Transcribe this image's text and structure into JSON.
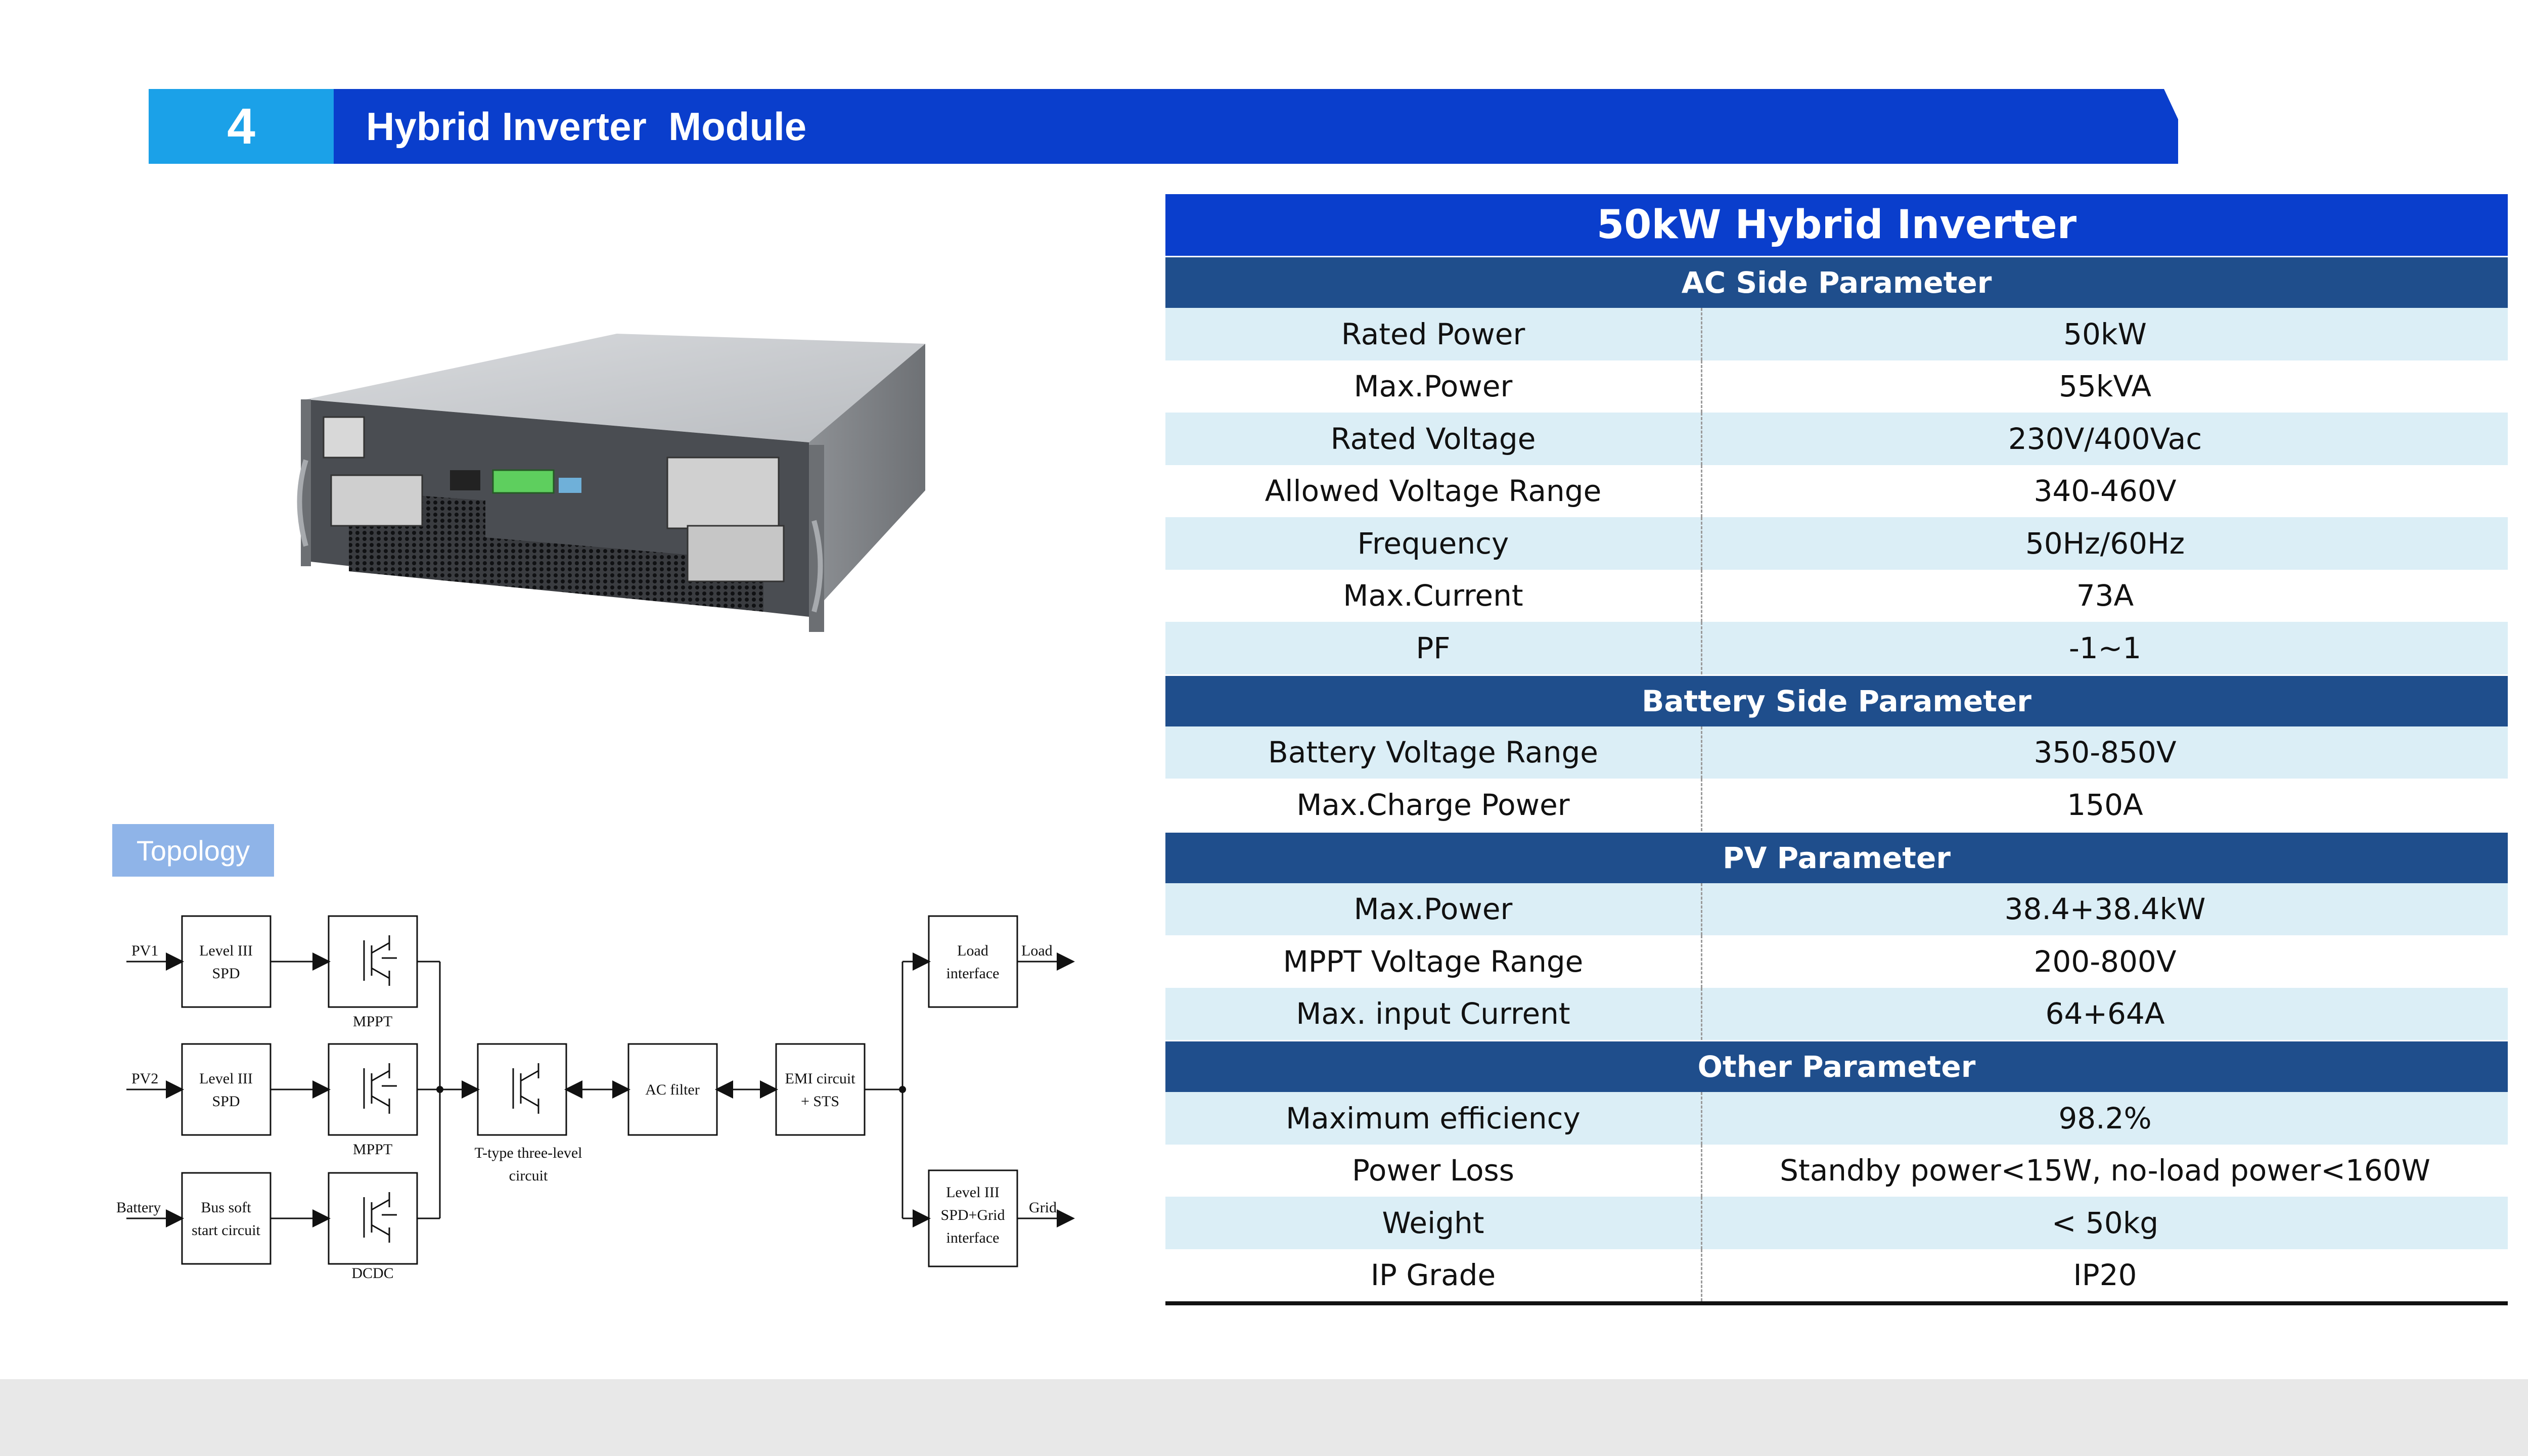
{
  "header": {
    "number": "4",
    "title": "Hybrid Inverter  Module"
  },
  "colors": {
    "header_blue": "#0a3ecc",
    "number_cyan": "#1ba1e8",
    "section_navy": "#1f4e8c",
    "row_alt": "#dbeef6",
    "topology_tag": "#8fb4e8"
  },
  "topology": {
    "tag": "Topology",
    "labels": {
      "pv1": "PV1",
      "pv2": "PV2",
      "battery": "Battery",
      "spd1_a": "Level III",
      "spd1_b": "SPD",
      "spd2_a": "Level III",
      "spd2_b": "SPD",
      "bus_a": "Bus soft",
      "bus_b": "start circuit",
      "mppt1": "MPPT",
      "mppt2": "MPPT",
      "dcdc": "DCDC",
      "ttype_a": "T-type three-level",
      "ttype_b": "circuit",
      "acfilter": "AC filter",
      "emi_a": "EMI circuit",
      "emi_b": "+ STS",
      "load_a": "Load",
      "load_b": "interface",
      "load_out": "Load",
      "grid_a": "Level III",
      "grid_b": "SPD+Grid",
      "grid_c": "interface",
      "grid_out": "Grid"
    }
  },
  "spec": {
    "title": "50kW Hybrid Inverter",
    "sections": [
      {
        "name": "AC Side Parameter",
        "rows": [
          {
            "label": "Rated Power",
            "value": "50kW"
          },
          {
            "label": "Max.Power",
            "value": "55kVA"
          },
          {
            "label": "Rated Voltage",
            "value": "230V/400Vac"
          },
          {
            "label": "Allowed Voltage Range",
            "value": "340-460V"
          },
          {
            "label": "Frequency",
            "value": "50Hz/60Hz"
          },
          {
            "label": "Max.Current",
            "value": "73A"
          },
          {
            "label": "PF",
            "value": "-1~1"
          }
        ]
      },
      {
        "name": "Battery Side Parameter",
        "rows": [
          {
            "label": "Battery Voltage Range",
            "value": "350-850V"
          },
          {
            "label": "Max.Charge Power",
            "value": "150A"
          }
        ]
      },
      {
        "name": "PV Parameter",
        "rows": [
          {
            "label": "Max.Power",
            "value": "38.4+38.4kW"
          },
          {
            "label": "MPPT Voltage Range",
            "value": "200-800V"
          },
          {
            "label": "Max. input Current",
            "value": "64+64A"
          }
        ]
      },
      {
        "name": "Other Parameter",
        "rows": [
          {
            "label": "Maximum efficiency",
            "value": "98.2%"
          },
          {
            "label": "Power Loss",
            "value": "Standby power<15W, no-load power<160W"
          },
          {
            "label": "Weight",
            "value": "< 50kg"
          },
          {
            "label": "IP Grade",
            "value": "IP20"
          }
        ]
      }
    ]
  }
}
